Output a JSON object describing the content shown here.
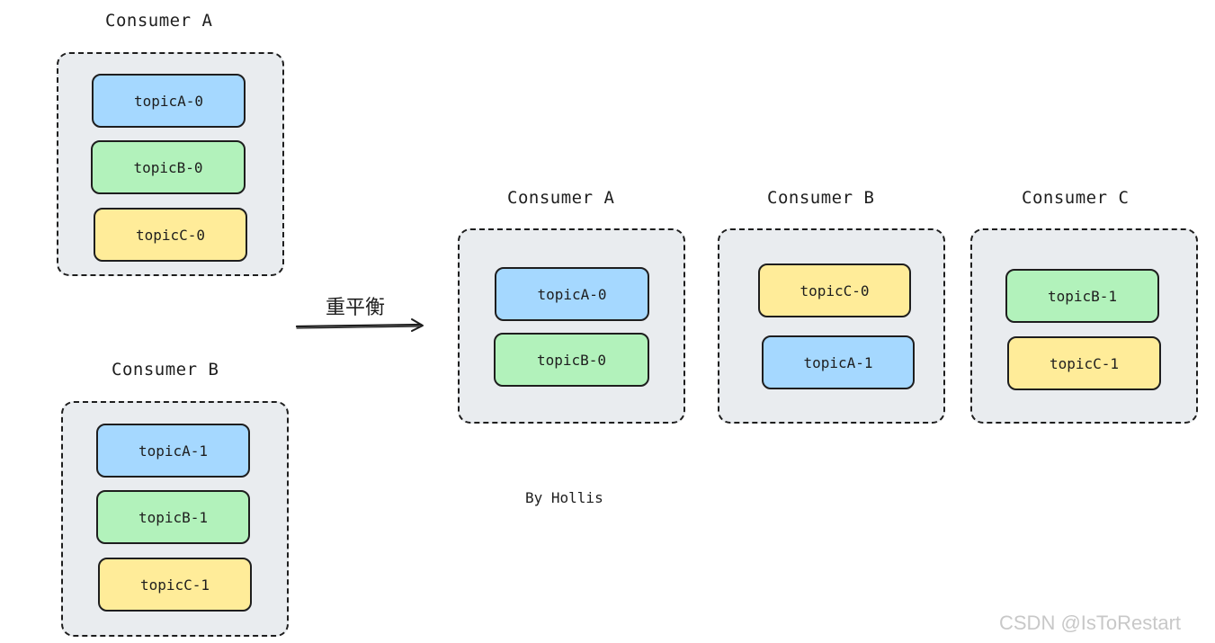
{
  "colors": {
    "topicA": "#a5d8ff",
    "topicB": "#b2f2bb",
    "topicC": "#ffec99",
    "group_fill": "#e9ecef",
    "stroke": "#1e1e1e"
  },
  "before": {
    "consumer_a": {
      "title": "Consumer A",
      "partitions": [
        {
          "label": "topicA-0",
          "topic": "topicA"
        },
        {
          "label": "topicB-0",
          "topic": "topicB"
        },
        {
          "label": "topicC-0",
          "topic": "topicC"
        }
      ]
    },
    "consumer_b": {
      "title": "Consumer B",
      "partitions": [
        {
          "label": "topicA-1",
          "topic": "topicA"
        },
        {
          "label": "topicB-1",
          "topic": "topicB"
        },
        {
          "label": "topicC-1",
          "topic": "topicC"
        }
      ]
    }
  },
  "arrow": {
    "label": "重平衡",
    "icon": "right-arrow-icon"
  },
  "after": {
    "consumer_a": {
      "title": "Consumer A",
      "partitions": [
        {
          "label": "topicA-0",
          "topic": "topicA"
        },
        {
          "label": "topicB-0",
          "topic": "topicB"
        }
      ]
    },
    "consumer_b": {
      "title": "Consumer B",
      "partitions": [
        {
          "label": "topicC-0",
          "topic": "topicC"
        },
        {
          "label": "topicA-1",
          "topic": "topicA"
        }
      ]
    },
    "consumer_c": {
      "title": "Consumer C",
      "partitions": [
        {
          "label": "topicB-1",
          "topic": "topicB"
        },
        {
          "label": "topicC-1",
          "topic": "topicC"
        }
      ]
    }
  },
  "byline": "By Hollis",
  "watermark": "CSDN @IsToRestart"
}
